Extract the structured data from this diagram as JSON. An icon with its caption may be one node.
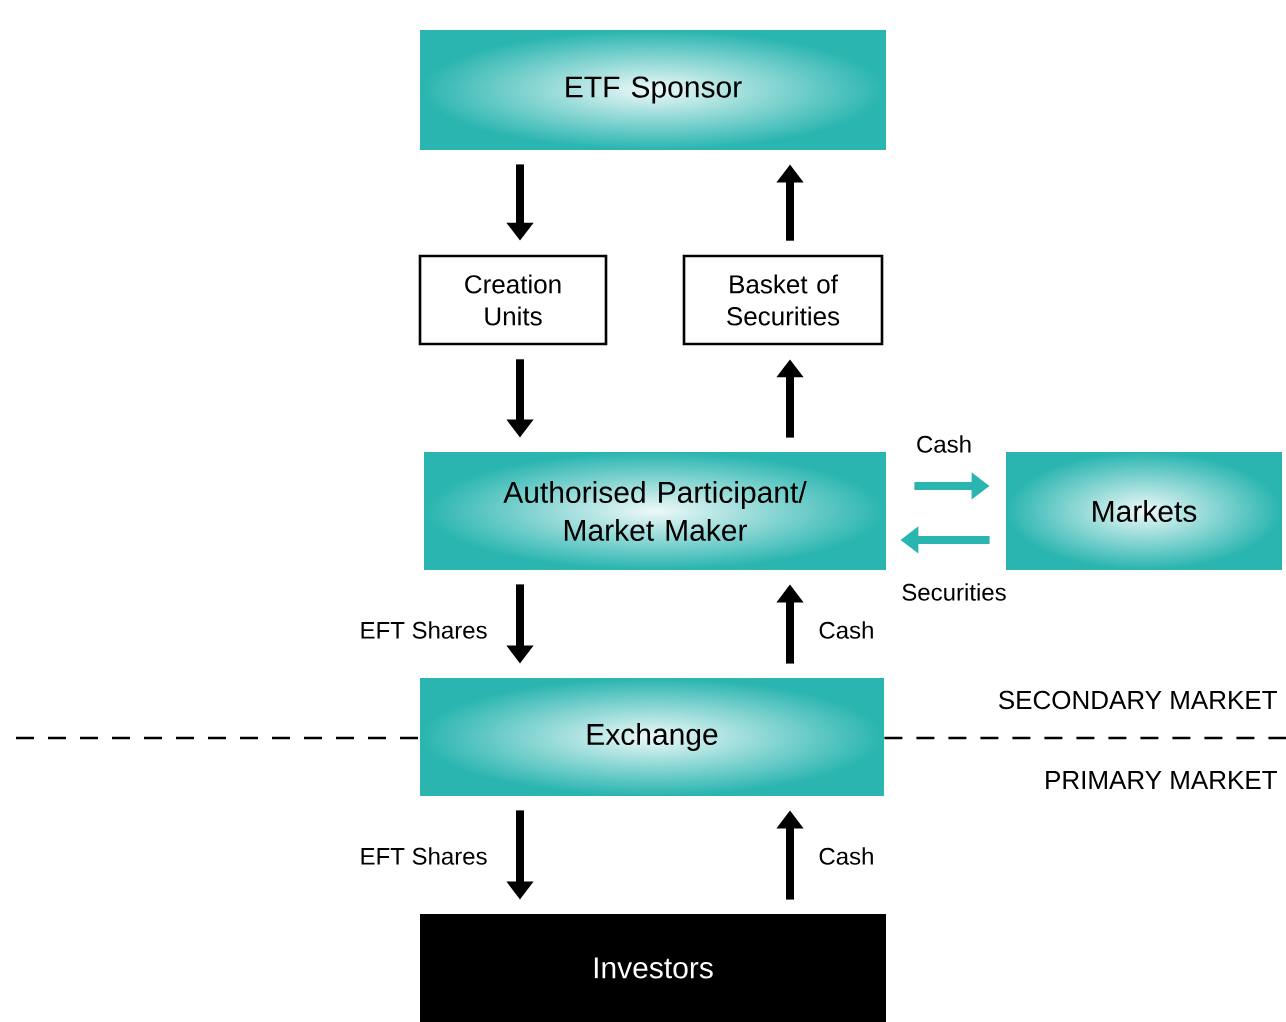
{
  "diagram": {
    "nodes": [
      {
        "text": [
          "ETF Sponsor"
        ]
      },
      {
        "text": [
          "Creation Units"
        ]
      },
      {
        "text": [
          "Basket of Securities"
        ]
      },
      {
        "text": [
          "Authorised Participant/ Market Maker"
        ]
      },
      {
        "text": [
          "Markets"
        ]
      },
      {
        "text": [
          "Exchange"
        ]
      },
      {
        "text": [
          "Investors"
        ]
      }
    ],
    "edges": [
      {
        "from": 0,
        "to": 1,
        "arrow": "to"
      },
      {
        "from": 1,
        "to": 3,
        "arrow": "to"
      },
      {
        "from": 3,
        "to": 2,
        "arrow": "to"
      },
      {
        "from": 2,
        "to": 0,
        "arrow": "to"
      },
      {
        "from": 3,
        "to": 4,
        "arrow": "to",
        "label": "Cash",
        "color": "#2ab5b0"
      },
      {
        "from": 4,
        "to": 3,
        "arrow": "to",
        "label": "Securities",
        "color": "#2ab5b0"
      },
      {
        "from": 3,
        "to": 5,
        "arrow": "to",
        "label": "EFT Shares"
      },
      {
        "from": 5,
        "to": 3,
        "arrow": "to",
        "label": "Cash"
      },
      {
        "from": 5,
        "to": 6,
        "arrow": "to",
        "label": "EFT Shares"
      },
      {
        "from": 6,
        "to": 5,
        "arrow": "to",
        "label": "Cash"
      }
    ],
    "labels": [
      "SECONDARY MARKET",
      "PRIMARY MARKET"
    ]
  }
}
